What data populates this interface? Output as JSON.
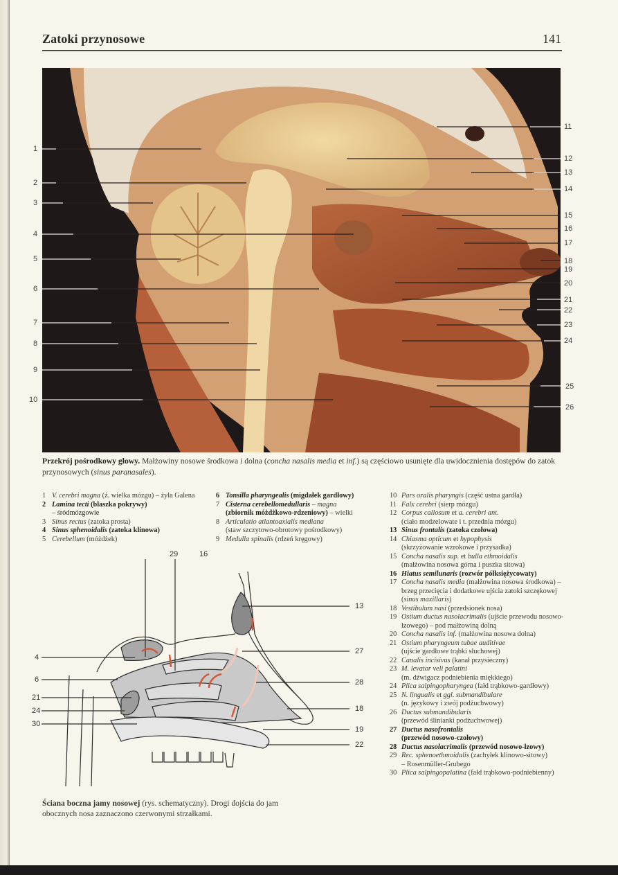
{
  "header": {
    "title": "Zatoki przynosowe",
    "page_number": "141"
  },
  "photo": {
    "alt": "Przekrój pośrodkowy głowy – fotografia preparatu",
    "left_labels": [
      "1",
      "2",
      "3",
      "4",
      "5",
      "6",
      "7",
      "8",
      "9",
      "10"
    ],
    "right_labels": [
      "11",
      "12",
      "13",
      "14",
      "15",
      "16",
      "17",
      "18",
      "19",
      "20",
      "21",
      "22",
      "23",
      "24",
      "25",
      "26"
    ]
  },
  "caption_top": {
    "bold": "Przekrój pośrodkowy głowy.",
    "text1": " Małżowiny nosowe środkowa i dolna (",
    "italic1": "concha nasalis media",
    "text2": " et ",
    "italic2": "inf.",
    "text3": ") są częściowo usunięte dla uwidocznienia dostępów do zatok przynosowych (",
    "italic3": "sinus paranasales",
    "text4": ")."
  },
  "legend": {
    "col1": [
      {
        "num": "1",
        "latin": "V. cerebri magna",
        "polish": " (ż. wielka mózgu) – żyła Galena",
        "bold": false
      },
      {
        "num": "2",
        "latin": "Lamina tecti",
        "polish": " (blaszka pokrywy)",
        "extra": "– śródmózgowie",
        "bold": true
      },
      {
        "num": "3",
        "latin": "Sinus rectus",
        "polish": " (zatoka prosta)",
        "bold": false
      },
      {
        "num": "4",
        "latin": "Sinus sphenoidalis",
        "polish": " (zatoka klinowa)",
        "bold": true
      },
      {
        "num": "5",
        "latin": "Cerebellum",
        "polish": " (móżdżek)",
        "bold": false
      }
    ],
    "col2": [
      {
        "num": "6",
        "latin": "Tonsilla pharyngealis",
        "polish": " (migdałek gardłowy)",
        "bold": true
      },
      {
        "num": "7",
        "latin": "Cisterna cerebellomedullaris",
        "latin2": " – magna",
        "polish": "(zbiornik móżdżkowo-rdzeniowy)",
        "polish2": " – wielki",
        "bold": true
      },
      {
        "num": "8",
        "latin": "Articulatio atlantoaxialis mediana",
        "polish": "(staw szczytowo-obrotowy pośrodkowy)",
        "bold": false
      },
      {
        "num": "9",
        "latin": "Medulla spinalis",
        "polish": " (rdzeń kręgowy)",
        "bold": false
      }
    ],
    "col3": [
      {
        "num": "10",
        "latin": "Pars oralis pharyngis",
        "polish": " (część ustna gardła)",
        "bold": false
      },
      {
        "num": "11",
        "latin": "Falx cerebri",
        "polish": " (sierp mózgu)",
        "bold": false
      },
      {
        "num": "12",
        "latin": "Corpus callosum",
        "mid": " et ",
        "latin2": "a. cerebri ant.",
        "polish": "(ciało modzelowate i t. przednia mózgu)",
        "bold": false
      },
      {
        "num": "13",
        "latin": "Sinus frontalis",
        "polish": " (zatoka czołowa)",
        "bold": true
      },
      {
        "num": "14",
        "latin": "Chiasma opticum",
        "mid": " et ",
        "latin2": "hypophysis",
        "polish": "(skrzyżowanie wzrokowe i przysadka)",
        "bold": false
      },
      {
        "num": "15",
        "latin": "Concha nasalis sup.",
        "mid": " et ",
        "latin2": "bulla ethmoidalis",
        "polish": "(małżowina nosowa górna i puszka sitowa)",
        "bold": false
      },
      {
        "num": "16",
        "latin": "Hiatus semilunaris",
        "polish": " (rozwór półksiężycowaty)",
        "bold": true
      },
      {
        "num": "17",
        "latin": "Concha nasalis media",
        "polish": " (małżowina nosowa środkowa) – brzeg przecięcia i dodatkowe ujścia zatoki szczękowej (",
        "latin2": "sinus maxillaris",
        "tail": ")",
        "bold": false
      },
      {
        "num": "18",
        "latin": "Vestibulum nasi",
        "polish": " (przedsionek nosa)",
        "bold": false
      },
      {
        "num": "19",
        "latin": "Ostium ductus nasolacrimalis",
        "polish": " (ujście przewodu nosowo-łzowego) – pod małżowiną dolną",
        "bold": false
      },
      {
        "num": "20",
        "latin": "Concha nasalis inf.",
        "polish": " (małżowina nosowa dolna)",
        "bold": false
      },
      {
        "num": "21",
        "latin": "Ostium pharyngeum tubae auditivae",
        "polish": "(ujście gardłowe trąbki słuchowej)",
        "bold": false
      },
      {
        "num": "22",
        "latin": "Canalis incisivus",
        "polish": " (kanał przysieczny)",
        "bold": false
      },
      {
        "num": "23",
        "latin": "M. levator veli palatini",
        "polish": "(m. dźwigacz podniebienia miękkiego)",
        "bold": false
      },
      {
        "num": "24",
        "latin": "Plica salpingopharyngea",
        "polish": " (fałd trąbkowo-gardłowy)",
        "bold": false
      },
      {
        "num": "25",
        "latin": "N. lingualis",
        "mid": " et ",
        "latin2": "ggl. submandibulare",
        "polish": "(n. językowy i zwój podżuchwowy)",
        "bold": false
      },
      {
        "num": "26",
        "latin": "Ductus submandibularis",
        "polish": "(przewód ślinianki podżuchwowej)",
        "bold": false
      },
      {
        "num": "27",
        "latin": "Ductus nasofrontalis",
        "polish": "(przewód nosowo-czołowy)",
        "bold": true
      },
      {
        "num": "28",
        "latin": "Ductus nasolacrimalis",
        "polish": " (przewód nosowo-łzowy)",
        "bold": true
      },
      {
        "num": "29",
        "latin": "Rec. sphenoethmoidalis",
        "polish": " (zachyłek klinowo-sitowy)",
        "extra": "– Rosenmüller-Grubego",
        "bold": false
      },
      {
        "num": "30",
        "latin": "Plica salpingopalatina",
        "polish": " (fałd trąbkowo-podniebienny)",
        "bold": false
      }
    ]
  },
  "diagram": {
    "alt": "Ściana boczna jamy nosowej – rysunek schematyczny",
    "top_labels": [
      "29",
      "16"
    ],
    "left_labels": [
      "4",
      "6",
      "21",
      "24",
      "30"
    ],
    "right_labels": [
      "13",
      "27",
      "28",
      "18",
      "19",
      "22"
    ],
    "arrow_color": "#d2583a"
  },
  "caption_bottom": {
    "bold": "Ściana boczna jamy nosowej",
    "text": " (rys. schematyczny). Drogi dojścia do jam obocznych nosa zaznaczono czerwonymi strzałkami."
  }
}
